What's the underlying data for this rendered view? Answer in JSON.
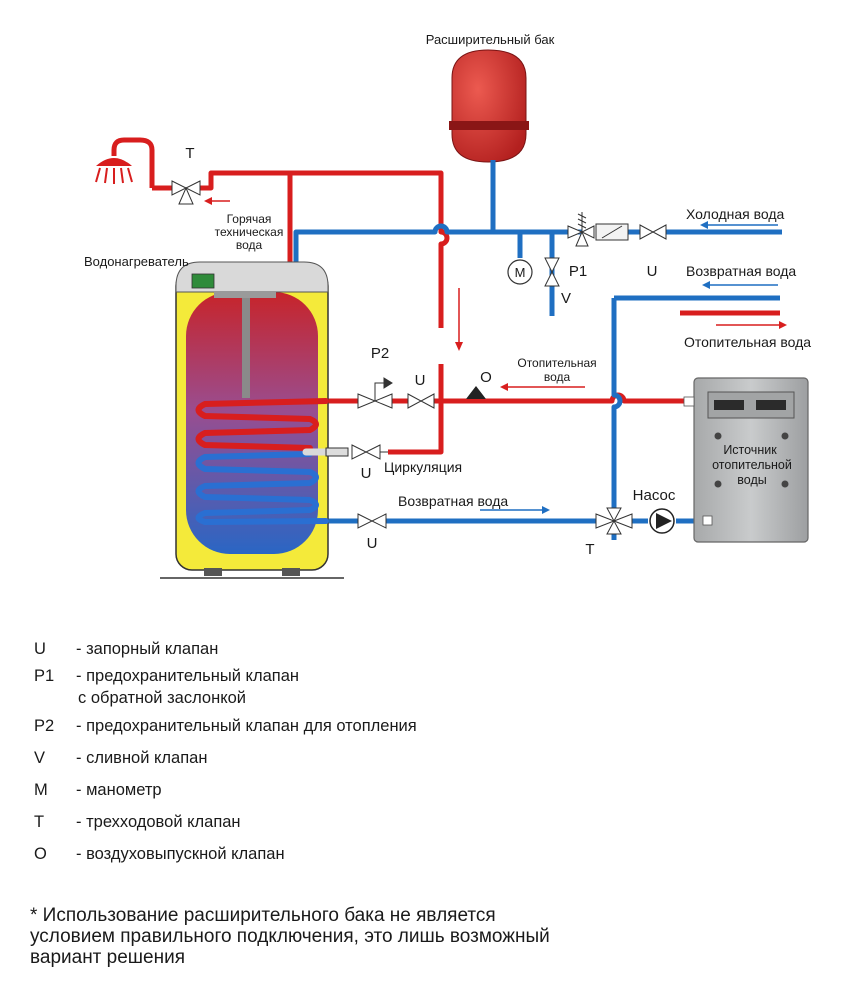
{
  "labels": {
    "expansion_tank": "Расширительный бак",
    "cold_water": "Холодная вода",
    "return_water_right": "Возвратная вода",
    "heating_water_right": "Отопительная вода",
    "hot_water_line1": "Горячая",
    "hot_water_line2": "техническая",
    "hot_water_line3": "вода",
    "water_heater": "Водонагреватель",
    "heating_water_mid1": "Отопительная",
    "heating_water_mid2": "вода",
    "circulation": "Циркуляция",
    "return_water_bottom": "Возвратная вода",
    "pump": "Насос",
    "heat_source_line1": "Источник",
    "heat_source_line2": "отопительной",
    "heat_source_line3": "воды"
  },
  "marks": {
    "T_top": "T",
    "T_bottom": "T",
    "M": "M",
    "V": "V",
    "P1": "P1",
    "U_top": "U",
    "P2": "P2",
    "U_mid": "U",
    "O": "O",
    "U_circ": "U",
    "U_return": "U"
  },
  "legend": [
    {
      "code": "U",
      "text": "- запорный клапан"
    },
    {
      "code": "P1",
      "text": "- предохранительный клапан",
      "continuation": "с обратной заслонкой"
    },
    {
      "code": "P2",
      "text": "- предохранительный клапан для отопления"
    },
    {
      "code": "V",
      "text": "- сливной клапан"
    },
    {
      "code": "M",
      "text": "- манометр"
    },
    {
      "code": "T",
      "text": "- трехходовой клапан"
    },
    {
      "code": "O",
      "text": "- воздуховыпускной клапан"
    }
  ],
  "footnote": "* Использование расширительного бака не является\nусловием правильного подключения, это лишь возможный\nвариант решения",
  "colors": {
    "hot_pipe": "#d81e1e",
    "cold_pipe": "#1f6fc2",
    "heater_body": "#f4ea3a",
    "tank_red": "#cf2a2a",
    "boiler_gray": "#b9bbbc"
  }
}
